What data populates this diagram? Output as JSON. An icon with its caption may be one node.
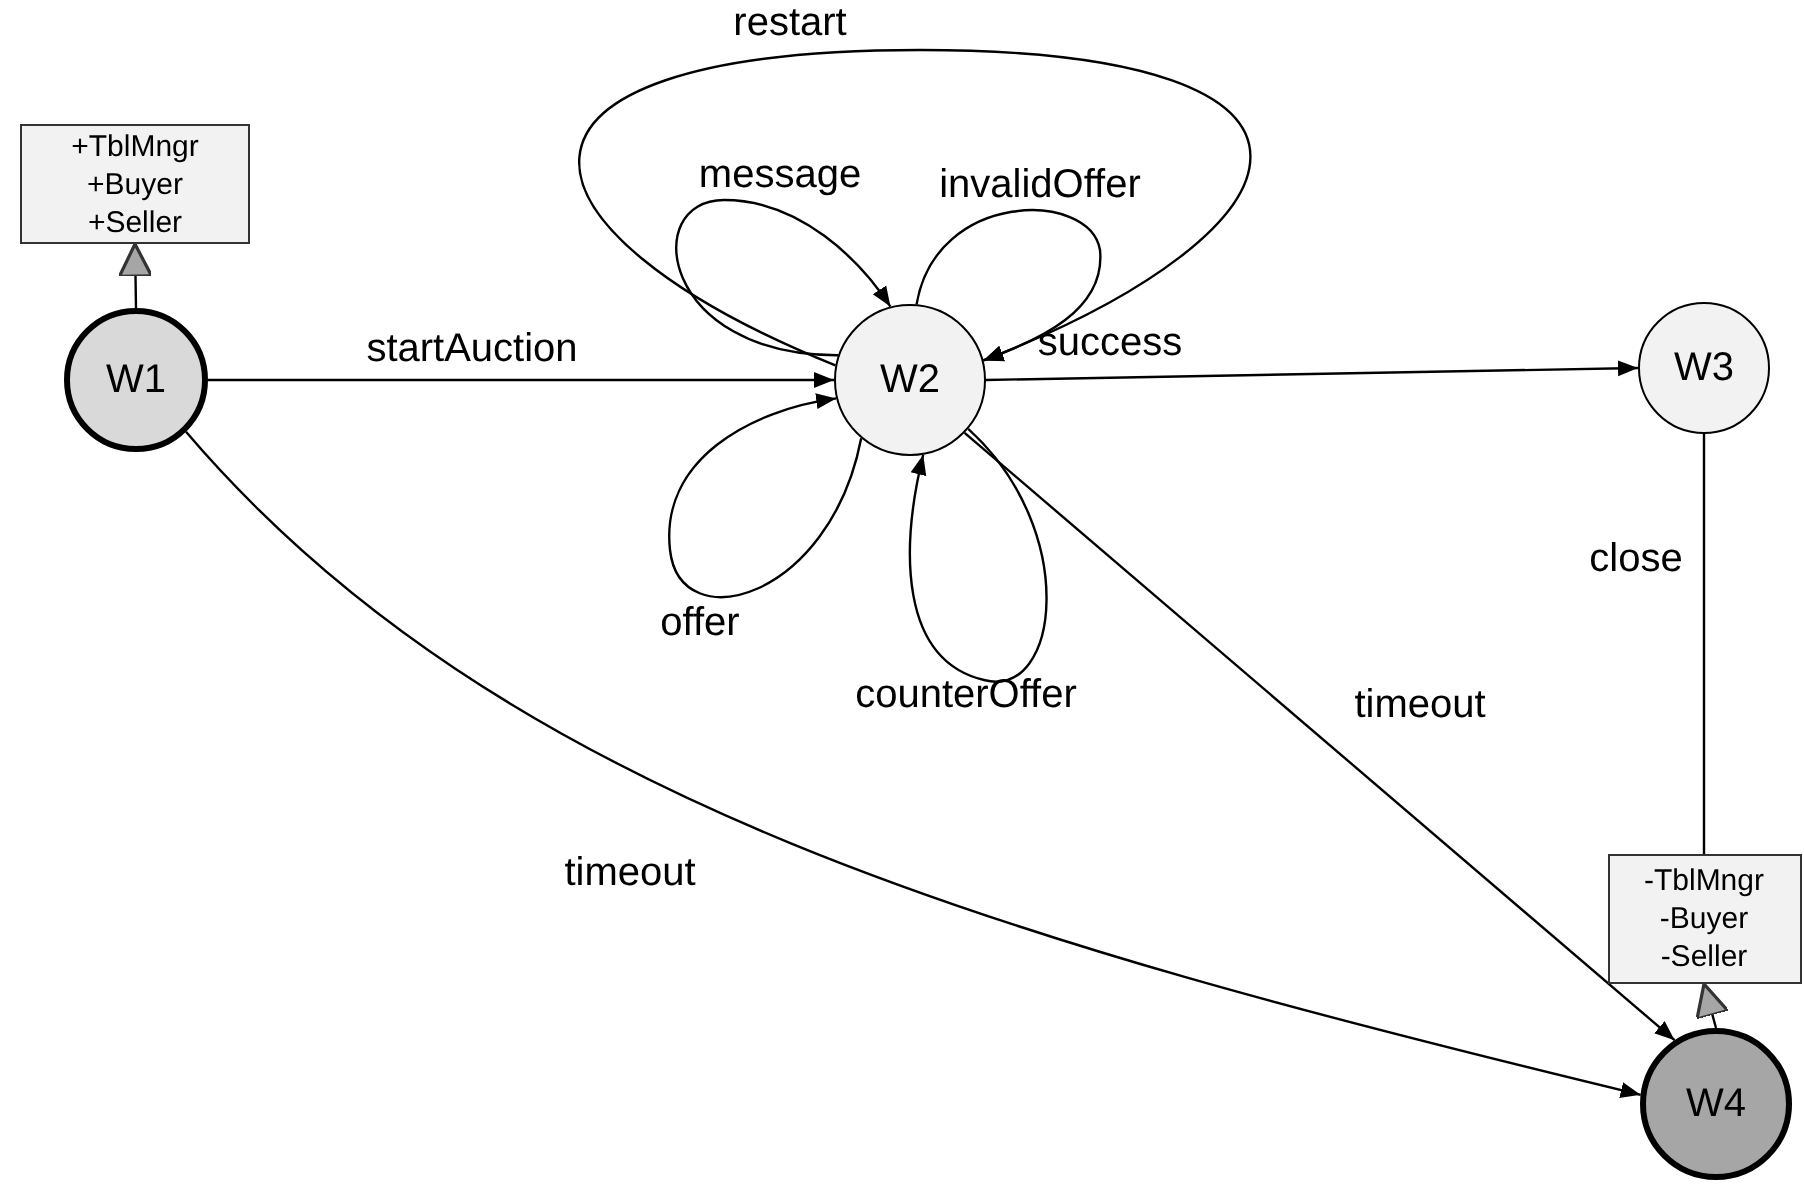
{
  "diagram": {
    "nodes": [
      {
        "text": [
          "+TblMngr",
          "+Buyer",
          "+Seller"
        ]
      },
      {
        "text": [
          "W1"
        ]
      },
      {
        "text": [
          "W2"
        ]
      },
      {
        "text": [
          "W3"
        ]
      },
      {
        "text": [
          "-TblMngr",
          "-Buyer",
          "-Seller"
        ]
      },
      {
        "text": [
          "W4"
        ]
      }
    ],
    "edges": [
      {
        "from": 1,
        "to": 0,
        "arrow": "to"
      },
      {
        "from": 1,
        "to": 2,
        "arrow": "to",
        "label": "startAuction"
      },
      {
        "from": 2,
        "to": 2,
        "arrow": "to",
        "label": "restart"
      },
      {
        "from": 2,
        "to": 2,
        "arrow": "to",
        "label": "message"
      },
      {
        "from": 2,
        "to": 2,
        "arrow": "to",
        "label": "invalidOffer"
      },
      {
        "from": 2,
        "to": 2,
        "arrow": "to",
        "label": "offer"
      },
      {
        "from": 2,
        "to": 2,
        "arrow": "to",
        "label": "counterOffer"
      },
      {
        "from": 2,
        "to": 3,
        "arrow": "to",
        "label": "success"
      },
      {
        "from": 3,
        "to": 4,
        "arrow": "none",
        "label": "close"
      },
      {
        "from": 2,
        "to": 5,
        "arrow": "to",
        "label": "timeout"
      },
      {
        "from": 1,
        "to": 5,
        "arrow": "to",
        "label": "timeout"
      },
      {
        "from": 5,
        "to": 4,
        "arrow": "to"
      }
    ]
  }
}
